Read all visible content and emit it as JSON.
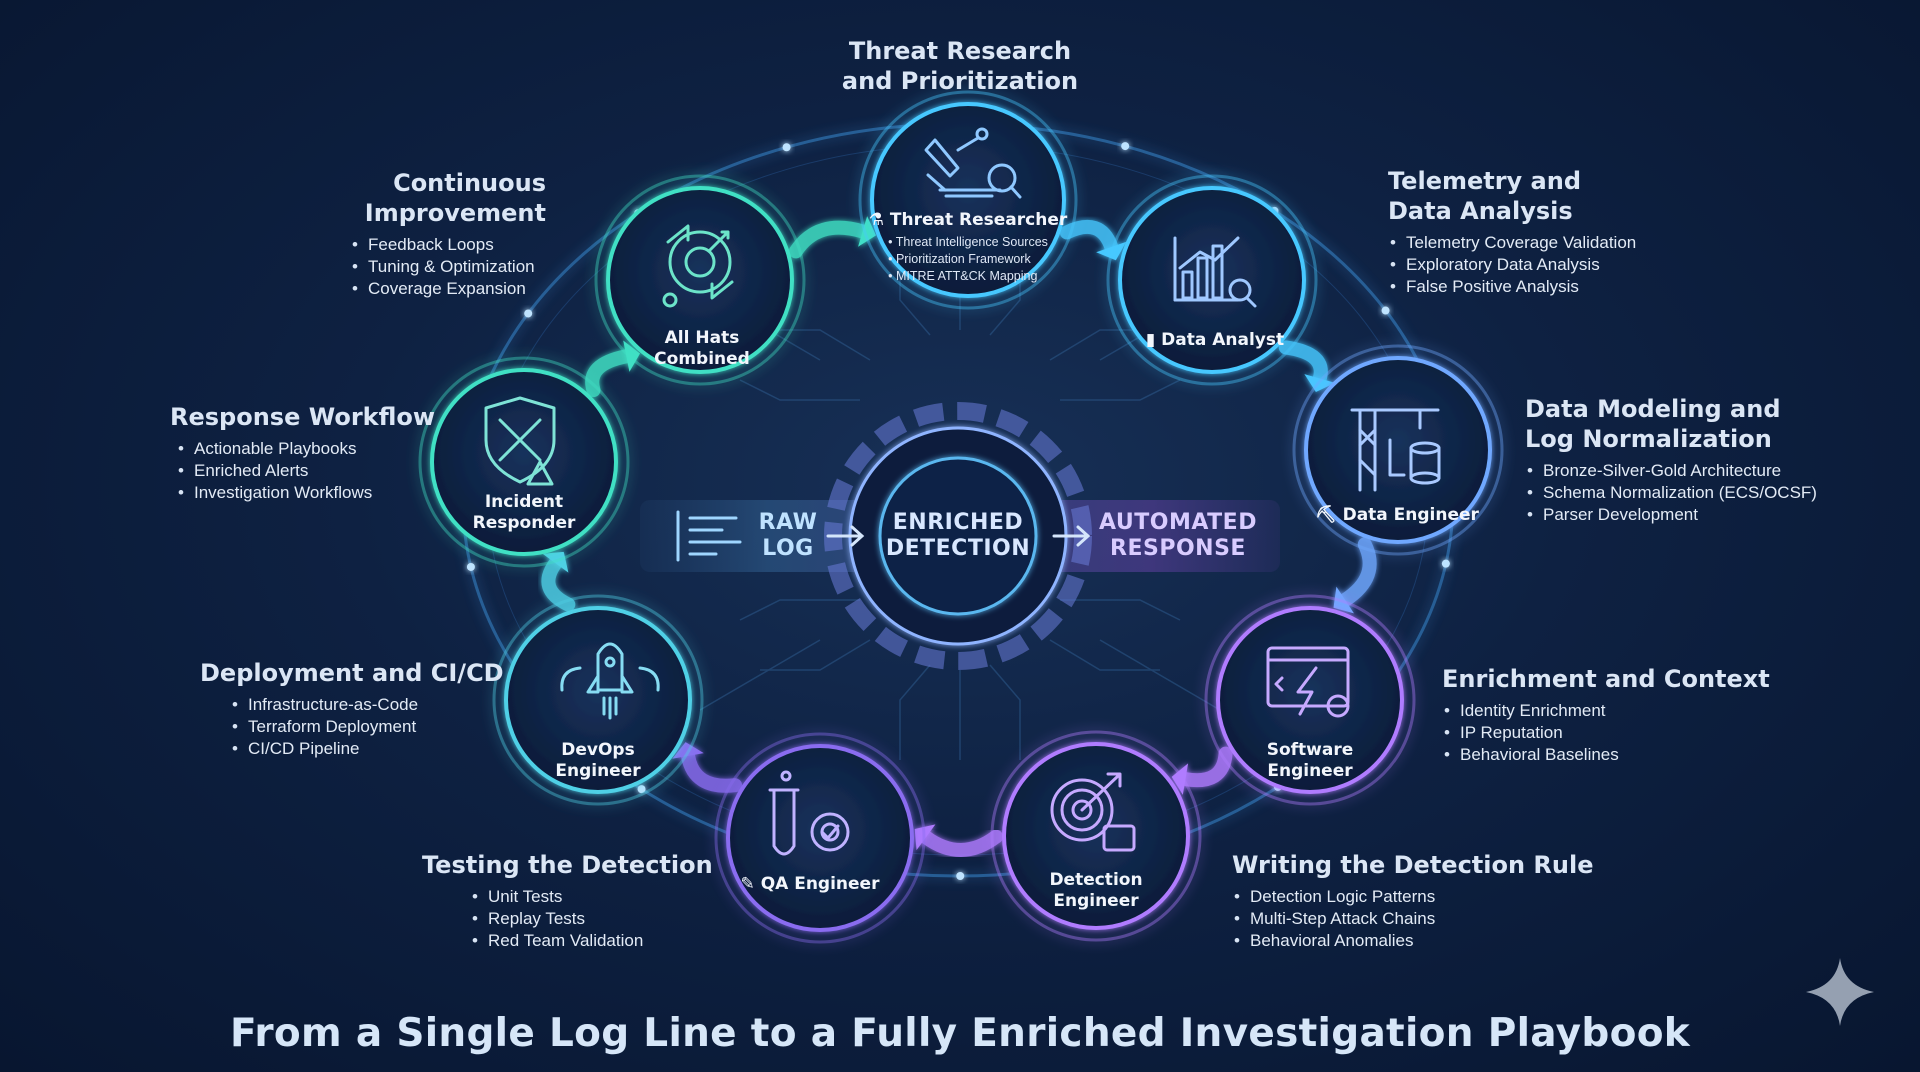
{
  "colors": {
    "cyan": "#46c8ff",
    "teal": "#3fe0c4",
    "purple": "#b07cff",
    "violet": "#8a6cf0",
    "background": "#0e2142"
  },
  "stages": {
    "threat_research": {
      "title": "Threat Research\nand Prioritization"
    },
    "telemetry": {
      "title": "Telemetry and\nData Analysis",
      "bullets": [
        "Telemetry Coverage Validation",
        "Exploratory Data Analysis",
        "False Positive Analysis"
      ]
    },
    "data_modeling": {
      "title": "Data Modeling and\nLog Normalization",
      "bullets": [
        "Bronze-Silver-Gold Architecture",
        "Schema Normalization (ECS/OCSF)",
        "Parser Development"
      ]
    },
    "enrichment": {
      "title": "Enrichment and Context",
      "bullets": [
        "Identity Enrichment",
        "IP Reputation",
        "Behavioral Baselines"
      ]
    },
    "writing_rule": {
      "title": "Writing the Detection Rule",
      "bullets": [
        "Detection Logic Patterns",
        "Multi-Step Attack Chains",
        "Behavioral Anomalies"
      ]
    },
    "testing": {
      "title": "Testing the Detection",
      "bullets": [
        "Unit Tests",
        "Replay Tests",
        "Red Team Validation"
      ]
    },
    "deployment": {
      "title": "Deployment and CI/CD",
      "bullets": [
        "Infrastructure-as-Code",
        "Terraform Deployment",
        "CI/CD Pipeline"
      ]
    },
    "response": {
      "title": "Response Workflow",
      "bullets": [
        "Actionable Playbooks",
        "Enriched Alerts",
        "Investigation Workflows"
      ]
    },
    "improvement": {
      "title": "Continuous\nImprovement",
      "bullets": [
        "Feedback Loops",
        "Tuning & Optimization",
        "Coverage Expansion"
      ]
    }
  },
  "roles": {
    "threat_researcher": {
      "label": "Threat Researcher",
      "icon": "microscope-icon",
      "bullets": [
        "Threat Intelligence Sources",
        "Prioritization Framework",
        "MITRE ATT&CK Mapping"
      ]
    },
    "data_analyst": {
      "label": "Data Analyst",
      "icon": "bar-chart-icon"
    },
    "data_engineer": {
      "label": "Data Engineer",
      "icon": "crane-database-icon"
    },
    "software_engineer": {
      "label": "Software\nEngineer",
      "icon": "lightning-code-icon"
    },
    "detection_engineer": {
      "label": "Detection\nEngineer",
      "icon": "target-icon"
    },
    "qa_engineer": {
      "label": "QA Engineer",
      "icon": "test-tube-gear-icon"
    },
    "devops_engineer": {
      "label": "DevOps\nEngineer",
      "icon": "rocket-cloud-icon"
    },
    "incident_responder": {
      "label": "Incident\nResponder",
      "icon": "shield-sword-icon"
    },
    "all_hats": {
      "label": "All Hats\nCombined",
      "icon": "refresh-gear-icon"
    }
  },
  "center": {
    "raw": "RAW\nLOG",
    "enriched": "ENRICHED\nDETECTION",
    "automated": "AUTOMATED\nRESPONSE"
  },
  "footer": {
    "title": "From a Single Log Line to a Fully Enriched Investigation Playbook"
  }
}
